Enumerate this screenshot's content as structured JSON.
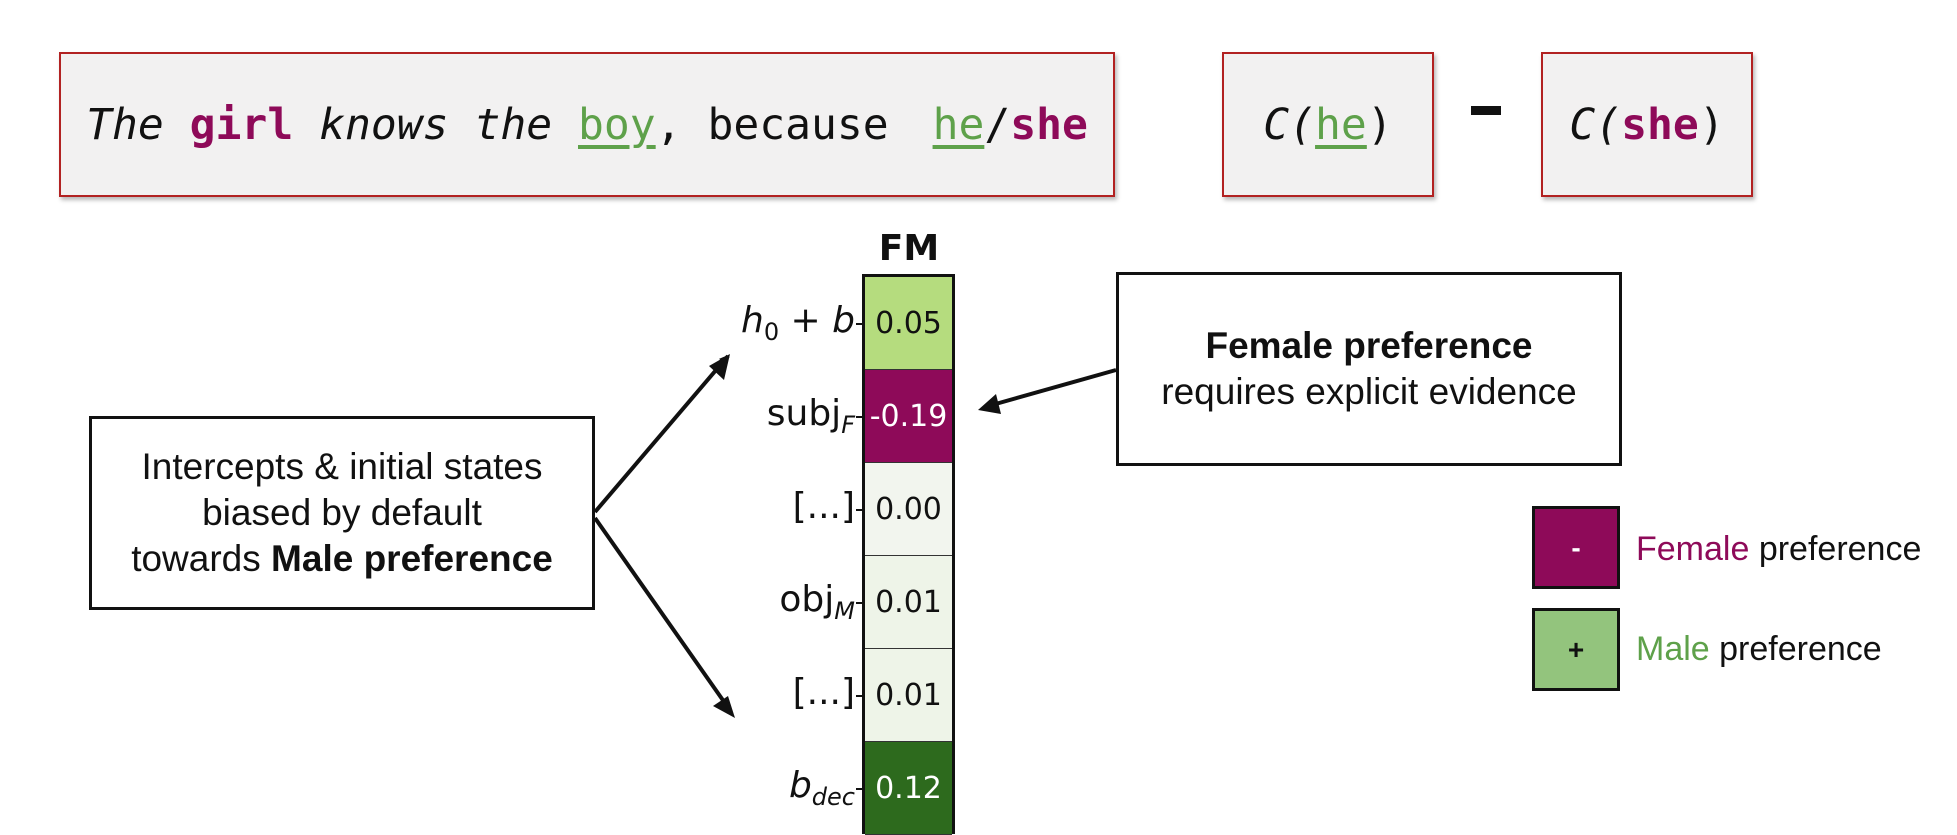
{
  "sentence": {
    "w1": "The",
    "w2": "girl",
    "w3": "knows the",
    "w4": "boy",
    "w5": ", because",
    "w6": "he",
    "w7": "/",
    "w8": "she"
  },
  "formula": {
    "c_he_prefix": "C(",
    "c_he_word": "he",
    "c_he_suffix": ")",
    "operator": "-",
    "c_she_prefix": "C(",
    "c_she_word": "she",
    "c_she_suffix": ")"
  },
  "left_callout": {
    "line1": "Intercepts & initial states",
    "line2": "biased by default",
    "line3_prefix": "towards",
    "line3_bold": "Male preference"
  },
  "right_callout": {
    "line1": "Female preference",
    "line2": "requires explicit evidence"
  },
  "heatmap": {
    "header": "FM",
    "rows": [
      {
        "label_main": "h",
        "label_sub": "0",
        "label_rest": " + b",
        "value": "0.05",
        "color": "#b5dc7e",
        "text_color": "#111111"
      },
      {
        "label_main": "subj",
        "label_sub": "F",
        "label_rest": "",
        "value": "-0.19",
        "color": "#8e0a59",
        "text_color": "#ffffff"
      },
      {
        "label_main": "[...]",
        "label_sub": "",
        "label_rest": "",
        "value": "0.00",
        "color": "#f2f5ee",
        "text_color": "#111111"
      },
      {
        "label_main": "obj",
        "label_sub": "M",
        "label_rest": "",
        "value": "0.01",
        "color": "#eef4e8",
        "text_color": "#111111"
      },
      {
        "label_main": "[...]",
        "label_sub": "",
        "label_rest": "",
        "value": "0.01",
        "color": "#eef4e8",
        "text_color": "#111111"
      },
      {
        "label_main": "b",
        "label_sub": "dec",
        "label_rest": "",
        "value": "0.12",
        "color": "#2d6a1d",
        "text_color": "#ffffff"
      }
    ]
  },
  "legend": {
    "female_symbol": "-",
    "female_word": "Female",
    "female_rest": " preference",
    "male_symbol": "+",
    "male_word": "Male",
    "male_rest": " preference"
  },
  "colors": {
    "female": "#8e0a59",
    "male": "#5ea14a",
    "male_swatch": "#93c47d",
    "box_border": "#b22222"
  }
}
